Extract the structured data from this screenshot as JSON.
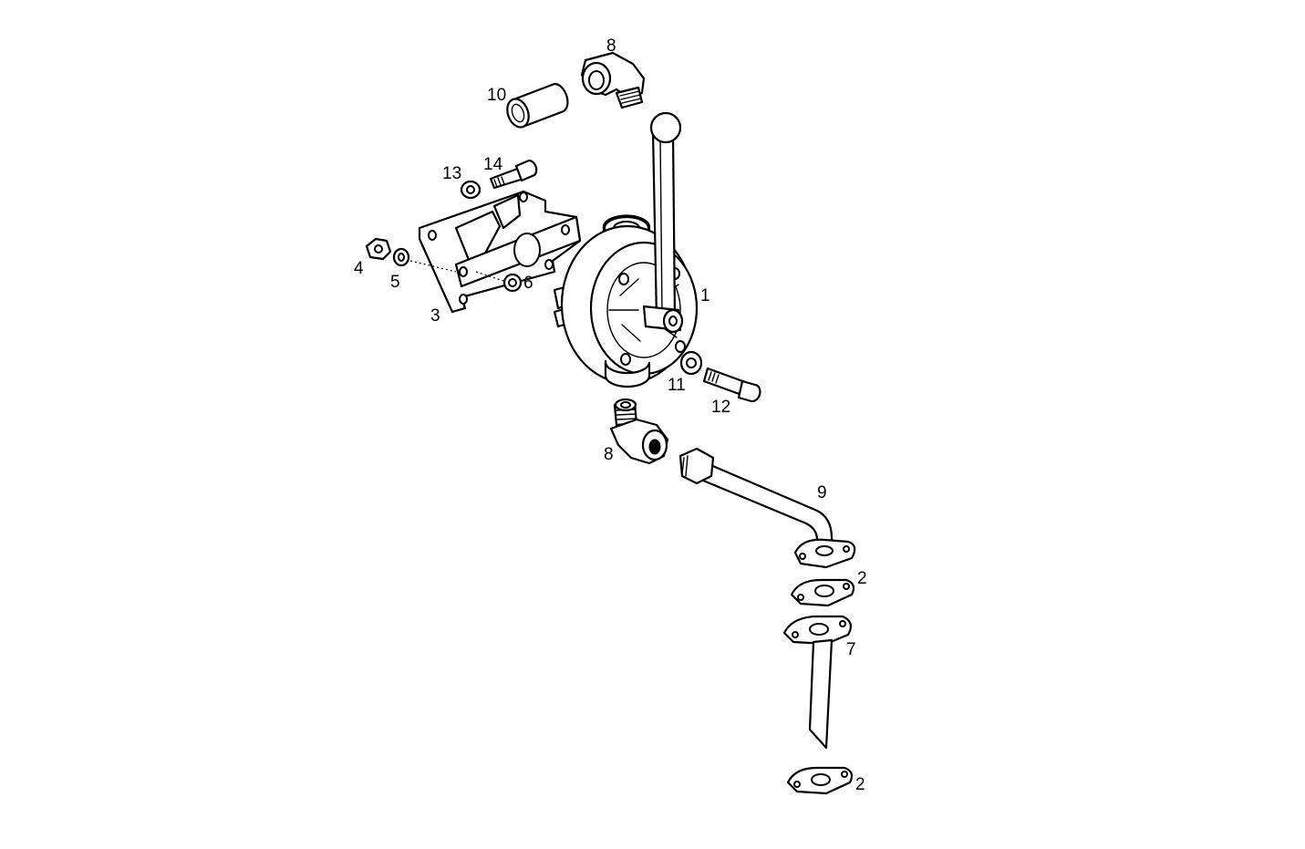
{
  "callouts": {
    "c1": "1",
    "c2_upper": "2",
    "c2_lower": "2",
    "c3": "3",
    "c4": "4",
    "c5": "5",
    "c6": "6",
    "c7": "7",
    "c8_top": "8",
    "c8_bottom": "8",
    "c9": "9",
    "c10": "10",
    "c11": "11",
    "c12": "12",
    "c13": "13",
    "c14": "14"
  }
}
